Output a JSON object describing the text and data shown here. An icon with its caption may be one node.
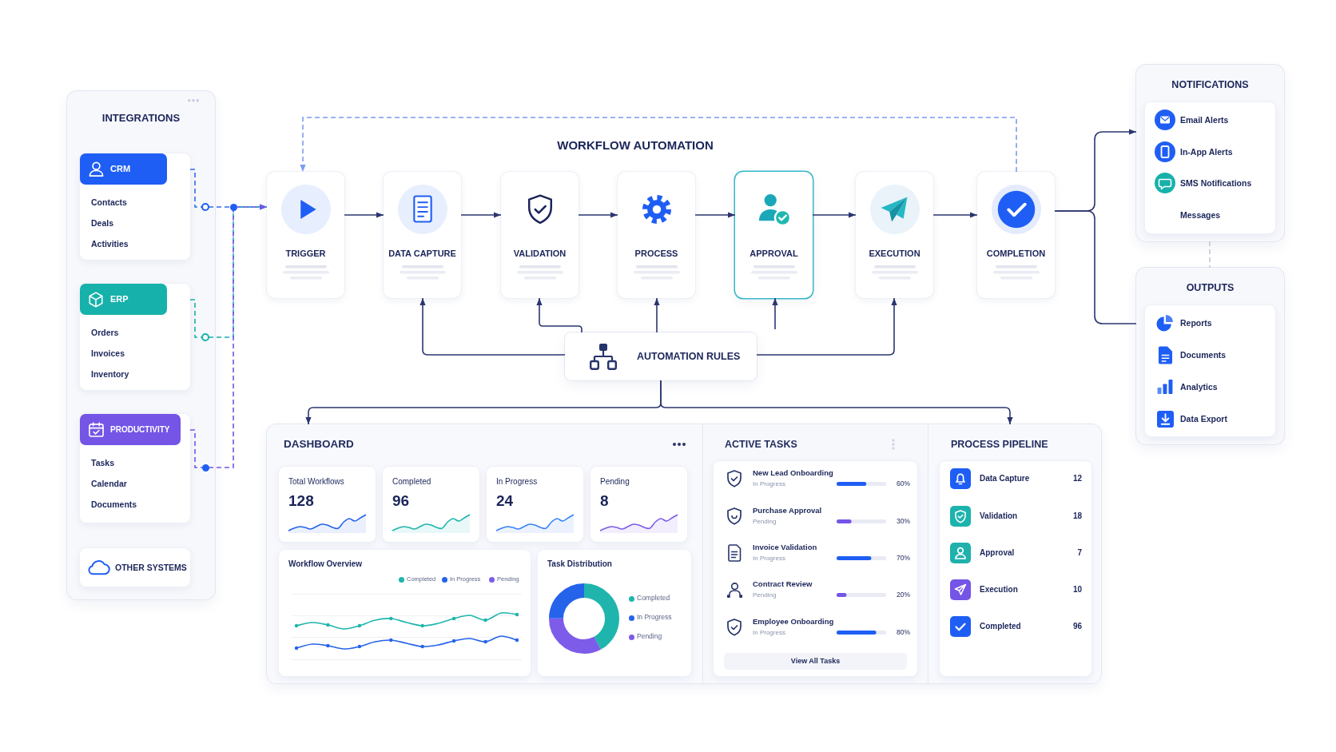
{
  "diagram": {
    "title": "WORKFLOW AUTOMATION",
    "nodes": [
      {
        "text": [
          "INTEGRATIONS"
        ]
      },
      {
        "text": [
          "CRM",
          "Contacts",
          "Deals",
          "Activities"
        ],
        "in": 0
      },
      {
        "text": [
          "ERP",
          "Orders",
          "Invoices",
          "Inventory"
        ],
        "in": 0
      },
      {
        "text": [
          "PRODUCTIVITY",
          "Tasks",
          "Calendar",
          "Documents"
        ],
        "in": 0
      },
      {
        "text": [
          "OTHER SYSTEMS"
        ],
        "in": 0
      },
      {
        "text": [
          "TRIGGER"
        ]
      },
      {
        "text": [
          "DATA CAPTURE"
        ]
      },
      {
        "text": [
          "VALIDATION"
        ]
      },
      {
        "text": [
          "PROCESS"
        ]
      },
      {
        "text": [
          "APPROVAL"
        ]
      },
      {
        "text": [
          "EXECUTION"
        ]
      },
      {
        "text": [
          "COMPLETION"
        ]
      },
      {
        "text": [
          "AUTOMATION RULES"
        ]
      },
      {
        "text": [
          "NOTIFICATIONS",
          "Email Alerts",
          "In-App Alerts",
          "SMS Notifications",
          "Messages"
        ]
      },
      {
        "text": [
          "OUTPUTS",
          "Reports",
          "Documents",
          "Analytics",
          "Data Export"
        ]
      },
      {
        "text": [],
        "shape": "box"
      },
      {
        "text": [
          "DASHBOARD"
        ],
        "in": 15
      },
      {
        "text": [
          "Total Workflows",
          "128"
        ],
        "in": 16
      },
      {
        "text": [
          "Completed",
          "96"
        ],
        "in": 16
      },
      {
        "text": [
          "In Progress",
          "24"
        ],
        "in": 16
      },
      {
        "text": [
          "Pending",
          "8"
        ],
        "in": 16
      },
      {
        "text": [
          "Workflow Overview"
        ],
        "in": 16
      },
      {
        "text": [
          "Task Distribution"
        ],
        "in": 16
      },
      {
        "text": [
          "ACTIVE TASKS"
        ],
        "in": 15
      },
      {
        "text": [
          "PROCESS PIPELINE"
        ],
        "in": 15
      }
    ],
    "edges": [
      {
        "from": 1,
        "to": 5,
        "arrow": "to",
        "style": "dashed",
        "color": "#2f6bf0"
      },
      {
        "from": 2,
        "to": 5,
        "arrow": "to",
        "style": "dashed",
        "color": "#17b1ab"
      },
      {
        "from": 3,
        "to": 5,
        "arrow": "to",
        "style": "dashed",
        "color": "#7455e6"
      },
      {
        "from": 5,
        "to": 6,
        "arrow": "to"
      },
      {
        "from": 6,
        "to": 7,
        "arrow": "to"
      },
      {
        "from": 7,
        "to": 8,
        "arrow": "to"
      },
      {
        "from": 8,
        "to": 9,
        "arrow": "to"
      },
      {
        "from": 9,
        "to": 10,
        "arrow": "to"
      },
      {
        "from": 10,
        "to": 11,
        "arrow": "to"
      },
      {
        "from": 11,
        "to": 5,
        "arrow": "to",
        "style": "dashed",
        "color": "#7b9cf2"
      },
      {
        "from": 12,
        "to": 6,
        "arrow": "to"
      },
      {
        "from": 12,
        "to": 7,
        "arrow": "to"
      },
      {
        "from": 12,
        "to": 8,
        "arrow": "to"
      },
      {
        "from": null,
        "to": 9,
        "arrow": "to"
      },
      {
        "from": 12,
        "to": 10,
        "arrow": "to"
      },
      {
        "from": 12,
        "to": 16,
        "arrow": "to"
      },
      {
        "from": 12,
        "to": 24,
        "arrow": "to"
      },
      {
        "from": 11,
        "to": 13,
        "arrow": "to"
      },
      {
        "from": 11,
        "to": 14,
        "arrow": "none"
      },
      {
        "from": 13,
        "to": 14,
        "arrow": "none",
        "style": "dashed",
        "color": "#c3c9dc"
      }
    ],
    "labels": [
      "New Lead Onboarding",
      "In Progress",
      "60%",
      "Purchase Approval",
      "Pending",
      "30%",
      "Invoice Validation",
      "In Progress",
      "70%",
      "Contract Review",
      "Pending",
      "20%",
      "Employee Onboarding",
      "In Progress",
      "80%",
      "View All Tasks",
      "Data Capture",
      "12",
      "Validation",
      "18",
      "Approval",
      "7",
      "Execution",
      "10",
      "Completed",
      "96"
    ],
    "legend": [
      {
        "text": "Completed",
        "color": "#1fb5ad"
      },
      {
        "text": "In Progress",
        "color": "#2563eb"
      },
      {
        "text": "Pending",
        "color": "#7c5ce8"
      },
      {
        "text": "Completed",
        "color": "#1fb5ad"
      },
      {
        "text": "In Progress",
        "color": "#2563eb"
      },
      {
        "text": "Pending",
        "color": "#7c5ce8"
      }
    ]
  }
}
